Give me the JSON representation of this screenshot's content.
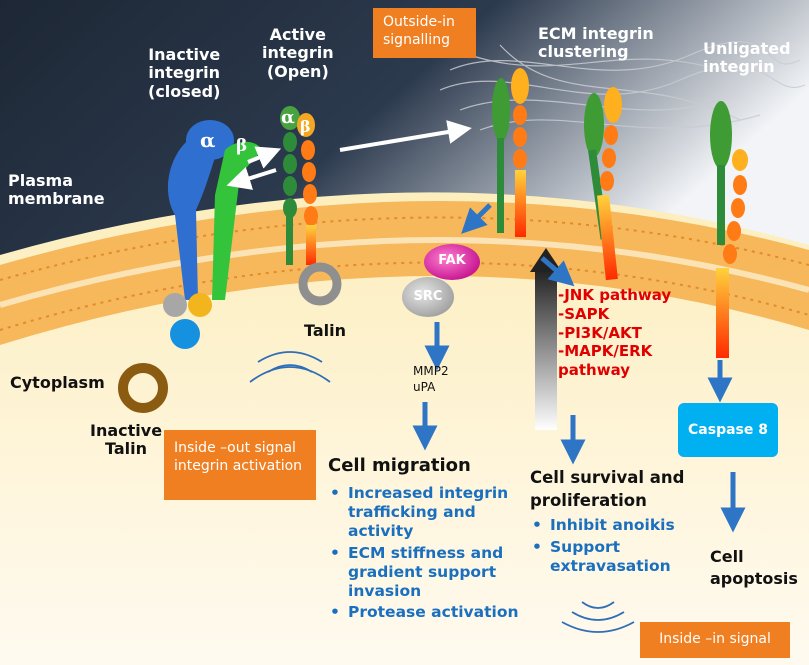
{
  "labels": {
    "inactive_integrin": [
      "Inactive",
      "integrin",
      "(closed)"
    ],
    "active_integrin": [
      "Active",
      "integrin",
      "(Open)"
    ],
    "outside_in": [
      "Outside-in",
      "signalling"
    ],
    "ecm_clustering": [
      "ECM integrin",
      "clustering"
    ],
    "unligated": [
      "Unligated",
      "integrin"
    ],
    "plasma_membrane": [
      "Plasma",
      "membrane"
    ],
    "alpha": "α",
    "beta": "β",
    "talin": "Talin",
    "cytoplasm": "Cytoplasm",
    "inactive_talin": [
      "Inactive",
      "Talin"
    ],
    "fak": "FAK",
    "src": "SRC",
    "mmp2": "MMP2",
    "upa": "uPA",
    "inside_out": [
      "Inside –out signal",
      "integrin activation"
    ],
    "cell_migration": "Cell migration",
    "migration_items": [
      [
        "Increased integrin",
        "trafficking and",
        "activity"
      ],
      [
        "ECM stiffness and",
        "gradient support",
        "invasion"
      ],
      [
        "Protease activation"
      ]
    ],
    "pathways": [
      "-JNK pathway",
      "-SAPK",
      "-PI3K/AKT",
      "-MAPK/ERK",
      "pathway"
    ],
    "survival": [
      "Cell survival and",
      "proliferation"
    ],
    "survival_items": [
      [
        "Inhibit anoikis"
      ],
      [
        "Support",
        "extravasation"
      ]
    ],
    "caspase": "Caspase 8",
    "apoptosis": [
      "Cell",
      "apoptosis"
    ],
    "inside_in": "Inside –in signal"
  },
  "colors": {
    "orange_box": "#f07f22",
    "pathway_red": "#e00000",
    "list_blue": "#1a6fbf",
    "arrow_blue": "#2e75c5",
    "caspase_cyan": "#00b0f0",
    "membrane": "#f6b85a"
  }
}
